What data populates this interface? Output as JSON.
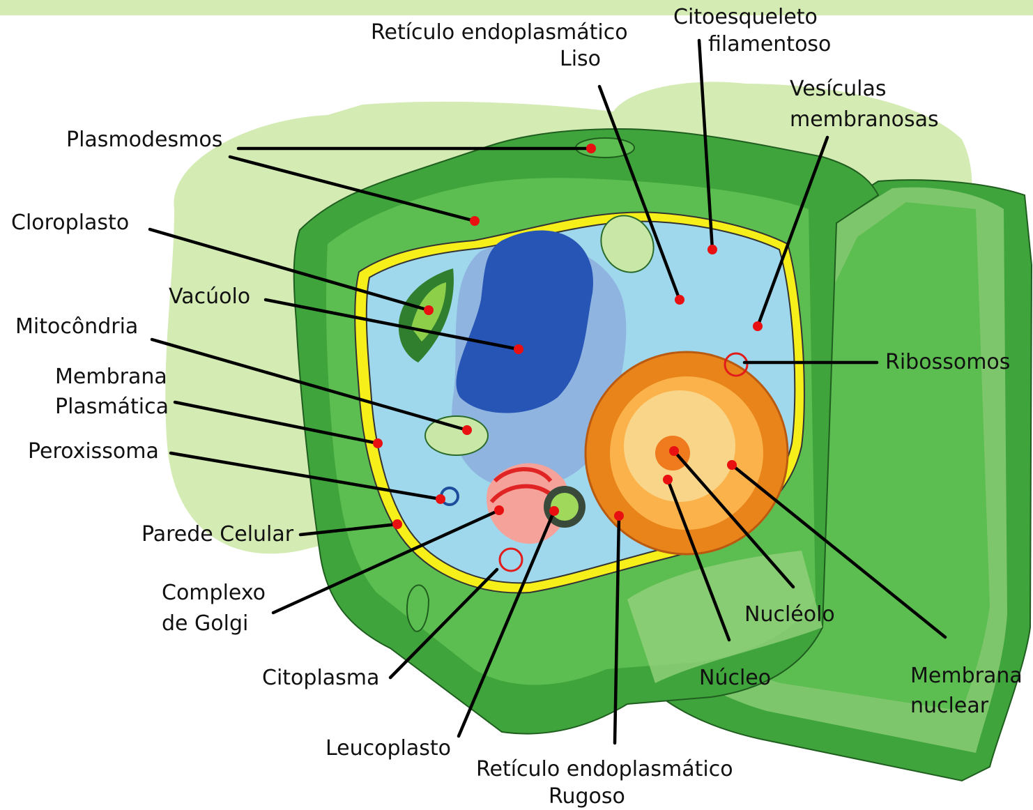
{
  "labels": {
    "re_liso_1": "Retículo endoplasmático",
    "re_liso_2": "Liso",
    "citoesqueleto_1": "Citoesqueleto",
    "citoesqueleto_2": "filamentoso",
    "vesiculas_1": "Vesículas",
    "vesiculas_2": "membranosas",
    "plasmodesmos": "Plasmodesmos",
    "cloroplasto": "Cloroplasto",
    "vacuolo": "Vacúolo",
    "mitocondria": "Mitocôndria",
    "membrana_plasmatica_1": "Membrana",
    "membrana_plasmatica_2": "Plasmática",
    "peroxissoma": "Peroxissoma",
    "parede_celular": "Parede Celular",
    "golgi_1": "Complexo",
    "golgi_2": "de Golgi",
    "citoplasma": "Citoplasma",
    "leucoplasto": "Leucoplasto",
    "re_rugoso_1": "Retículo endoplasmático",
    "re_rugoso_2": "Rugoso",
    "ribossomos": "Ribossomos",
    "nucleolo": "Nucléolo",
    "nucleo": "Núcleo",
    "membrana_nuclear_1": "Membrana",
    "membrana_nuclear_2": "nuclear"
  },
  "colors": {
    "background_band": "#d4ebb4",
    "cell_wall_outer": "#3fa43c",
    "cell_wall_mid": "#5cbe50",
    "cell_wall_light": "#94d17c",
    "plasma_membrane": "#f6ef1a",
    "cytoplasm": "#9fd8ec",
    "vacuole_outer": "#8fb4e0",
    "vacuole_inner": "#2755b5",
    "nucleus_outer": "#e8841a",
    "nucleus_inner": "#fbb24a",
    "nucleolus": "#f07a1e",
    "marker_dot": "#e81010",
    "leader_line": "#000000"
  }
}
